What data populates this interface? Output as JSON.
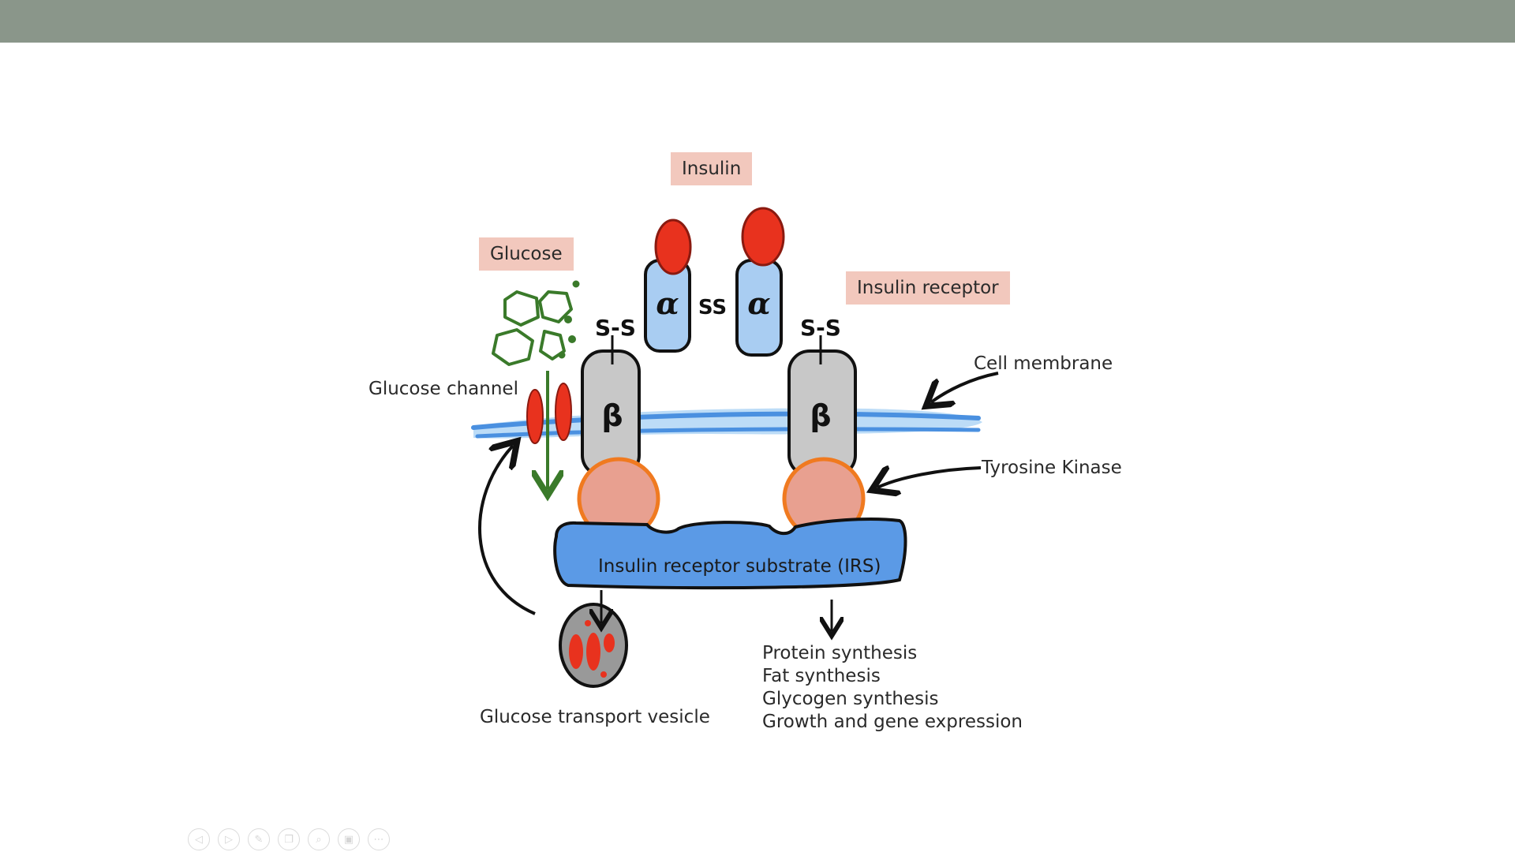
{
  "tags": {
    "insulin": "Insulin",
    "glucose": "Glucose",
    "insulin_receptor": "Insulin receptor"
  },
  "labels": {
    "glucose_channel": "Glucose channel",
    "cell_membrane": "Cell membrane",
    "tyrosine_kinase": "Tyrosine Kinase",
    "irs": "Insulin receptor substrate (IRS)",
    "glucose_transport_vesicle": "Glucose transport vesicle"
  },
  "glyphs": {
    "alpha": "α",
    "beta": "β",
    "disulfide": "S-S",
    "disulfide_center": "SS"
  },
  "outcomes": [
    "Protein synthesis",
    "Fat synthesis",
    "Glycogen synthesis",
    "Growth and gene expression"
  ],
  "colors": {
    "top_band": "#8a968a",
    "tag_bg": "#f2c8bd",
    "membrane": "#5aa0e8",
    "alpha_subunit": "#a9cdf2",
    "beta_subunit": "#c8c8c8",
    "insulin": "#e8321e",
    "kinase": "#e8a090",
    "irs": "#5b9ae6",
    "glucose": "#3a7a2a"
  },
  "toolbar": {
    "icons": [
      "prev-icon",
      "next-icon",
      "pen-icon",
      "copy-icon",
      "zoom-icon",
      "screen-icon",
      "more-icon"
    ]
  }
}
